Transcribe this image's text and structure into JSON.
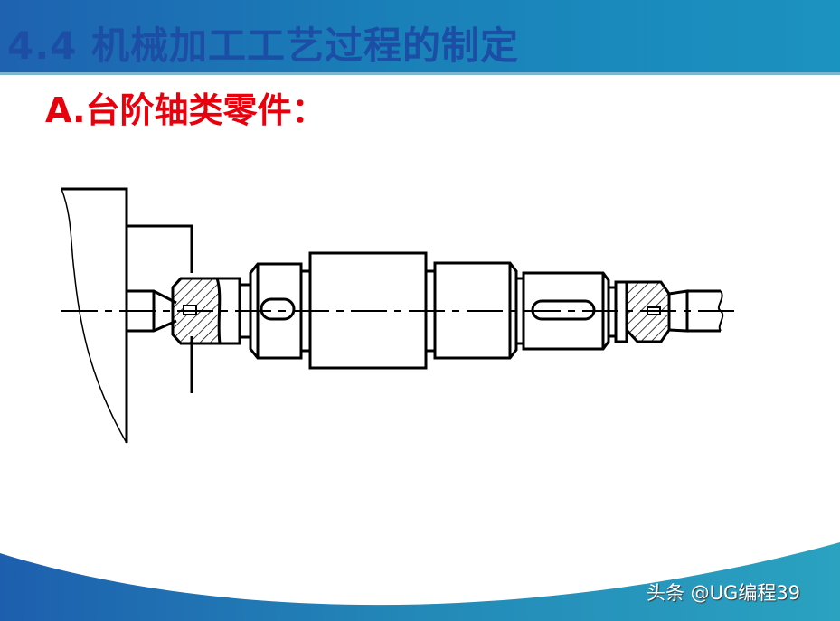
{
  "slide": {
    "title": "4.4  机械加工工艺过程的制定",
    "subtitle": "A.台阶轴类零件：",
    "watermark": "头条 @UG编程39"
  },
  "colors": {
    "header_blue": "#1e62b0",
    "header_teal": "#1b93c0",
    "title_text": "#1c4ea6",
    "subtitle_red": "#e8000c",
    "footer_blue": "#1d5fae",
    "footer_teal": "#2a9fbf"
  },
  "diagram": {
    "type": "stepped-shaft-between-centers",
    "components": [
      "lathe-headstock-chuck",
      "front-live-center",
      "driving-dog",
      "stepped-shaft",
      "keyway-left",
      "keyway-right",
      "tailstock-dead-center",
      "tailstock-quill",
      "centerline"
    ]
  }
}
